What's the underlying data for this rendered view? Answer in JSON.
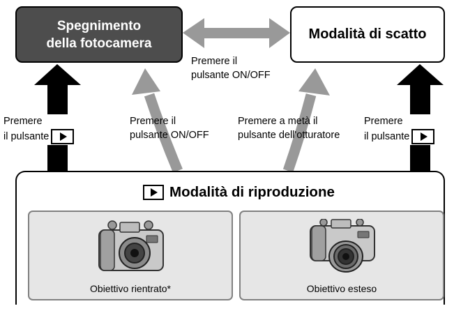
{
  "nodes": {
    "power_off": {
      "line1": "Spegnimento",
      "line2": "della fotocamera"
    },
    "shooting_mode": {
      "label": "Modalità di scatto"
    },
    "playback_mode": {
      "label": "Modalità di riproduzione",
      "icon": "playback-button-icon"
    }
  },
  "edges": {
    "off_to_shooting": {
      "line1": "Premere il",
      "line2": "pulsante ON/OFF"
    },
    "playback_to_off": {
      "line1": "Premere il",
      "line2": "pulsante ON/OFF"
    },
    "playback_to_shooting": {
      "line1": "Premere a metà il",
      "line2": "pulsante dell'otturatore"
    },
    "left_vertical": {
      "line1": "Premere",
      "line2": "il pulsante",
      "icon": "playback-button-icon"
    },
    "right_vertical": {
      "line1": "Premere",
      "line2": "il pulsante",
      "icon": "playback-button-icon"
    }
  },
  "lens_states": [
    {
      "label": "Obiettivo rientrato*",
      "image": "camera-lens-retracted-icon"
    },
    {
      "label": "Obiettivo esteso",
      "image": "camera-lens-extended-icon"
    }
  ],
  "colors": {
    "dark_box": "#4d4d4d",
    "black_arrow": "#000000",
    "gray_arrow": "#999999",
    "panel_fill": "#e6e6e6"
  }
}
